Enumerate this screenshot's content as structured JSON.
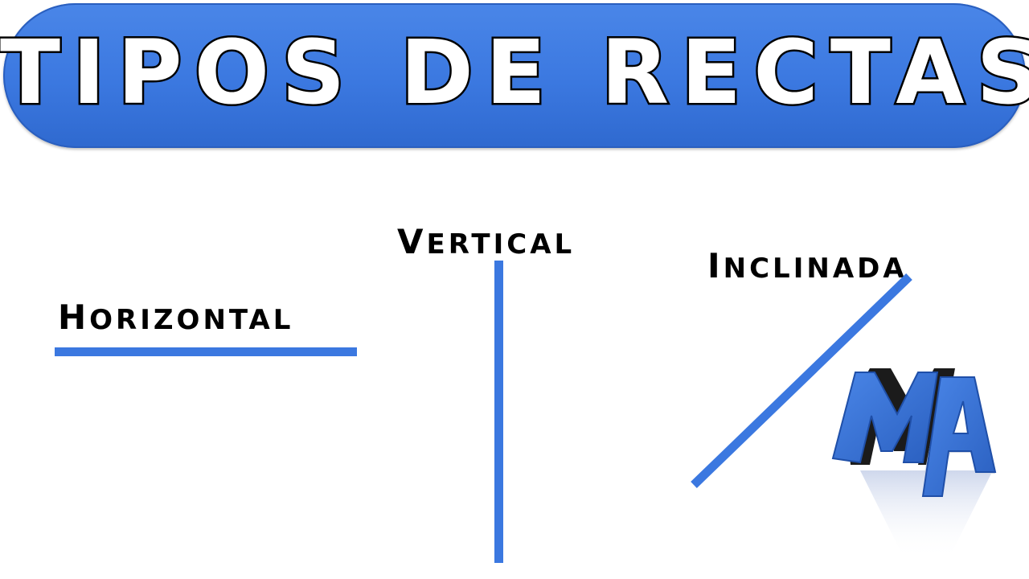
{
  "title": "TIPOS DE RECTAS",
  "labels": {
    "horizontal": {
      "initial": "H",
      "rest": "ORIZONTAL"
    },
    "vertical": {
      "initial": "V",
      "rest": "ERTICAL"
    },
    "inclinada": {
      "initial": "I",
      "rest": "NCLINADA"
    }
  },
  "logo": {
    "text": "MA"
  },
  "colors": {
    "accent": "#3b78e0",
    "banner_text": "#ffffff",
    "outline": "#000000",
    "background": "#ffffff"
  }
}
